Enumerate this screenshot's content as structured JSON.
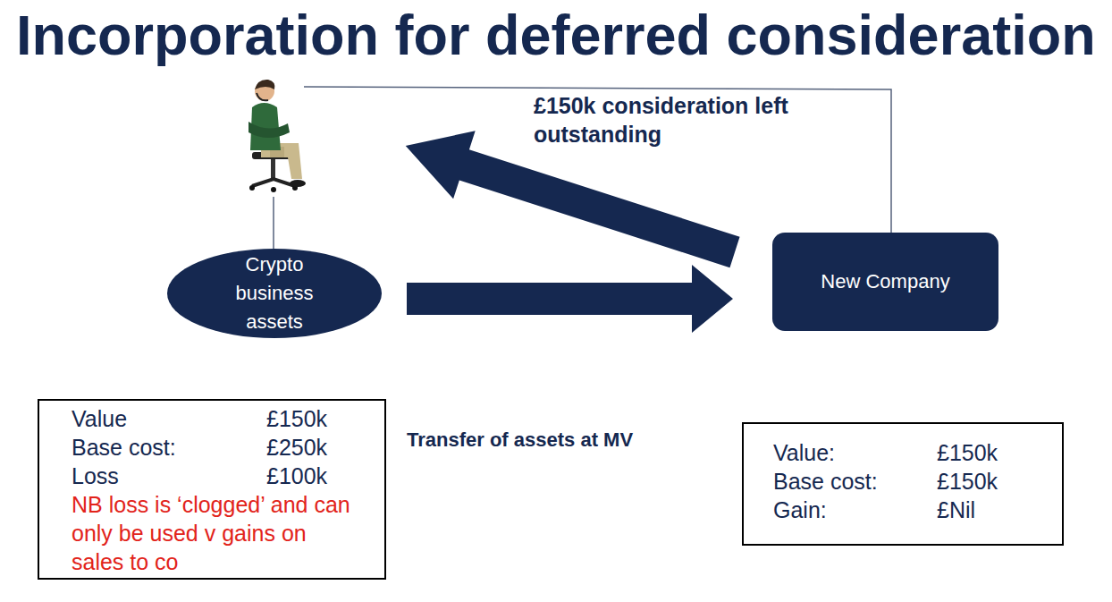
{
  "diagram": {
    "title": "Incorporation for deferred consideration",
    "nodes": [
      {
        "text": [
          "Crypto business assets"
        ]
      },
      {
        "text": [
          "New Company"
        ]
      },
      {
        "text": [
          "Value",
          "£150k",
          "Base cost:",
          "£250k",
          "Loss",
          "£100k",
          "NB loss is ‘clogged’ and can only be used v gains on sales to co"
        ]
      },
      {
        "text": [
          "Value:",
          "£150k",
          "Base cost:",
          "£150k",
          "Gain:",
          "£Nil"
        ]
      }
    ],
    "edges": [
      {
        "from": 0,
        "to": 1,
        "arrow": "to"
      }
    ],
    "labels": [
      "£150k consideration left outstanding",
      "Transfer of assets at MV"
    ]
  }
}
